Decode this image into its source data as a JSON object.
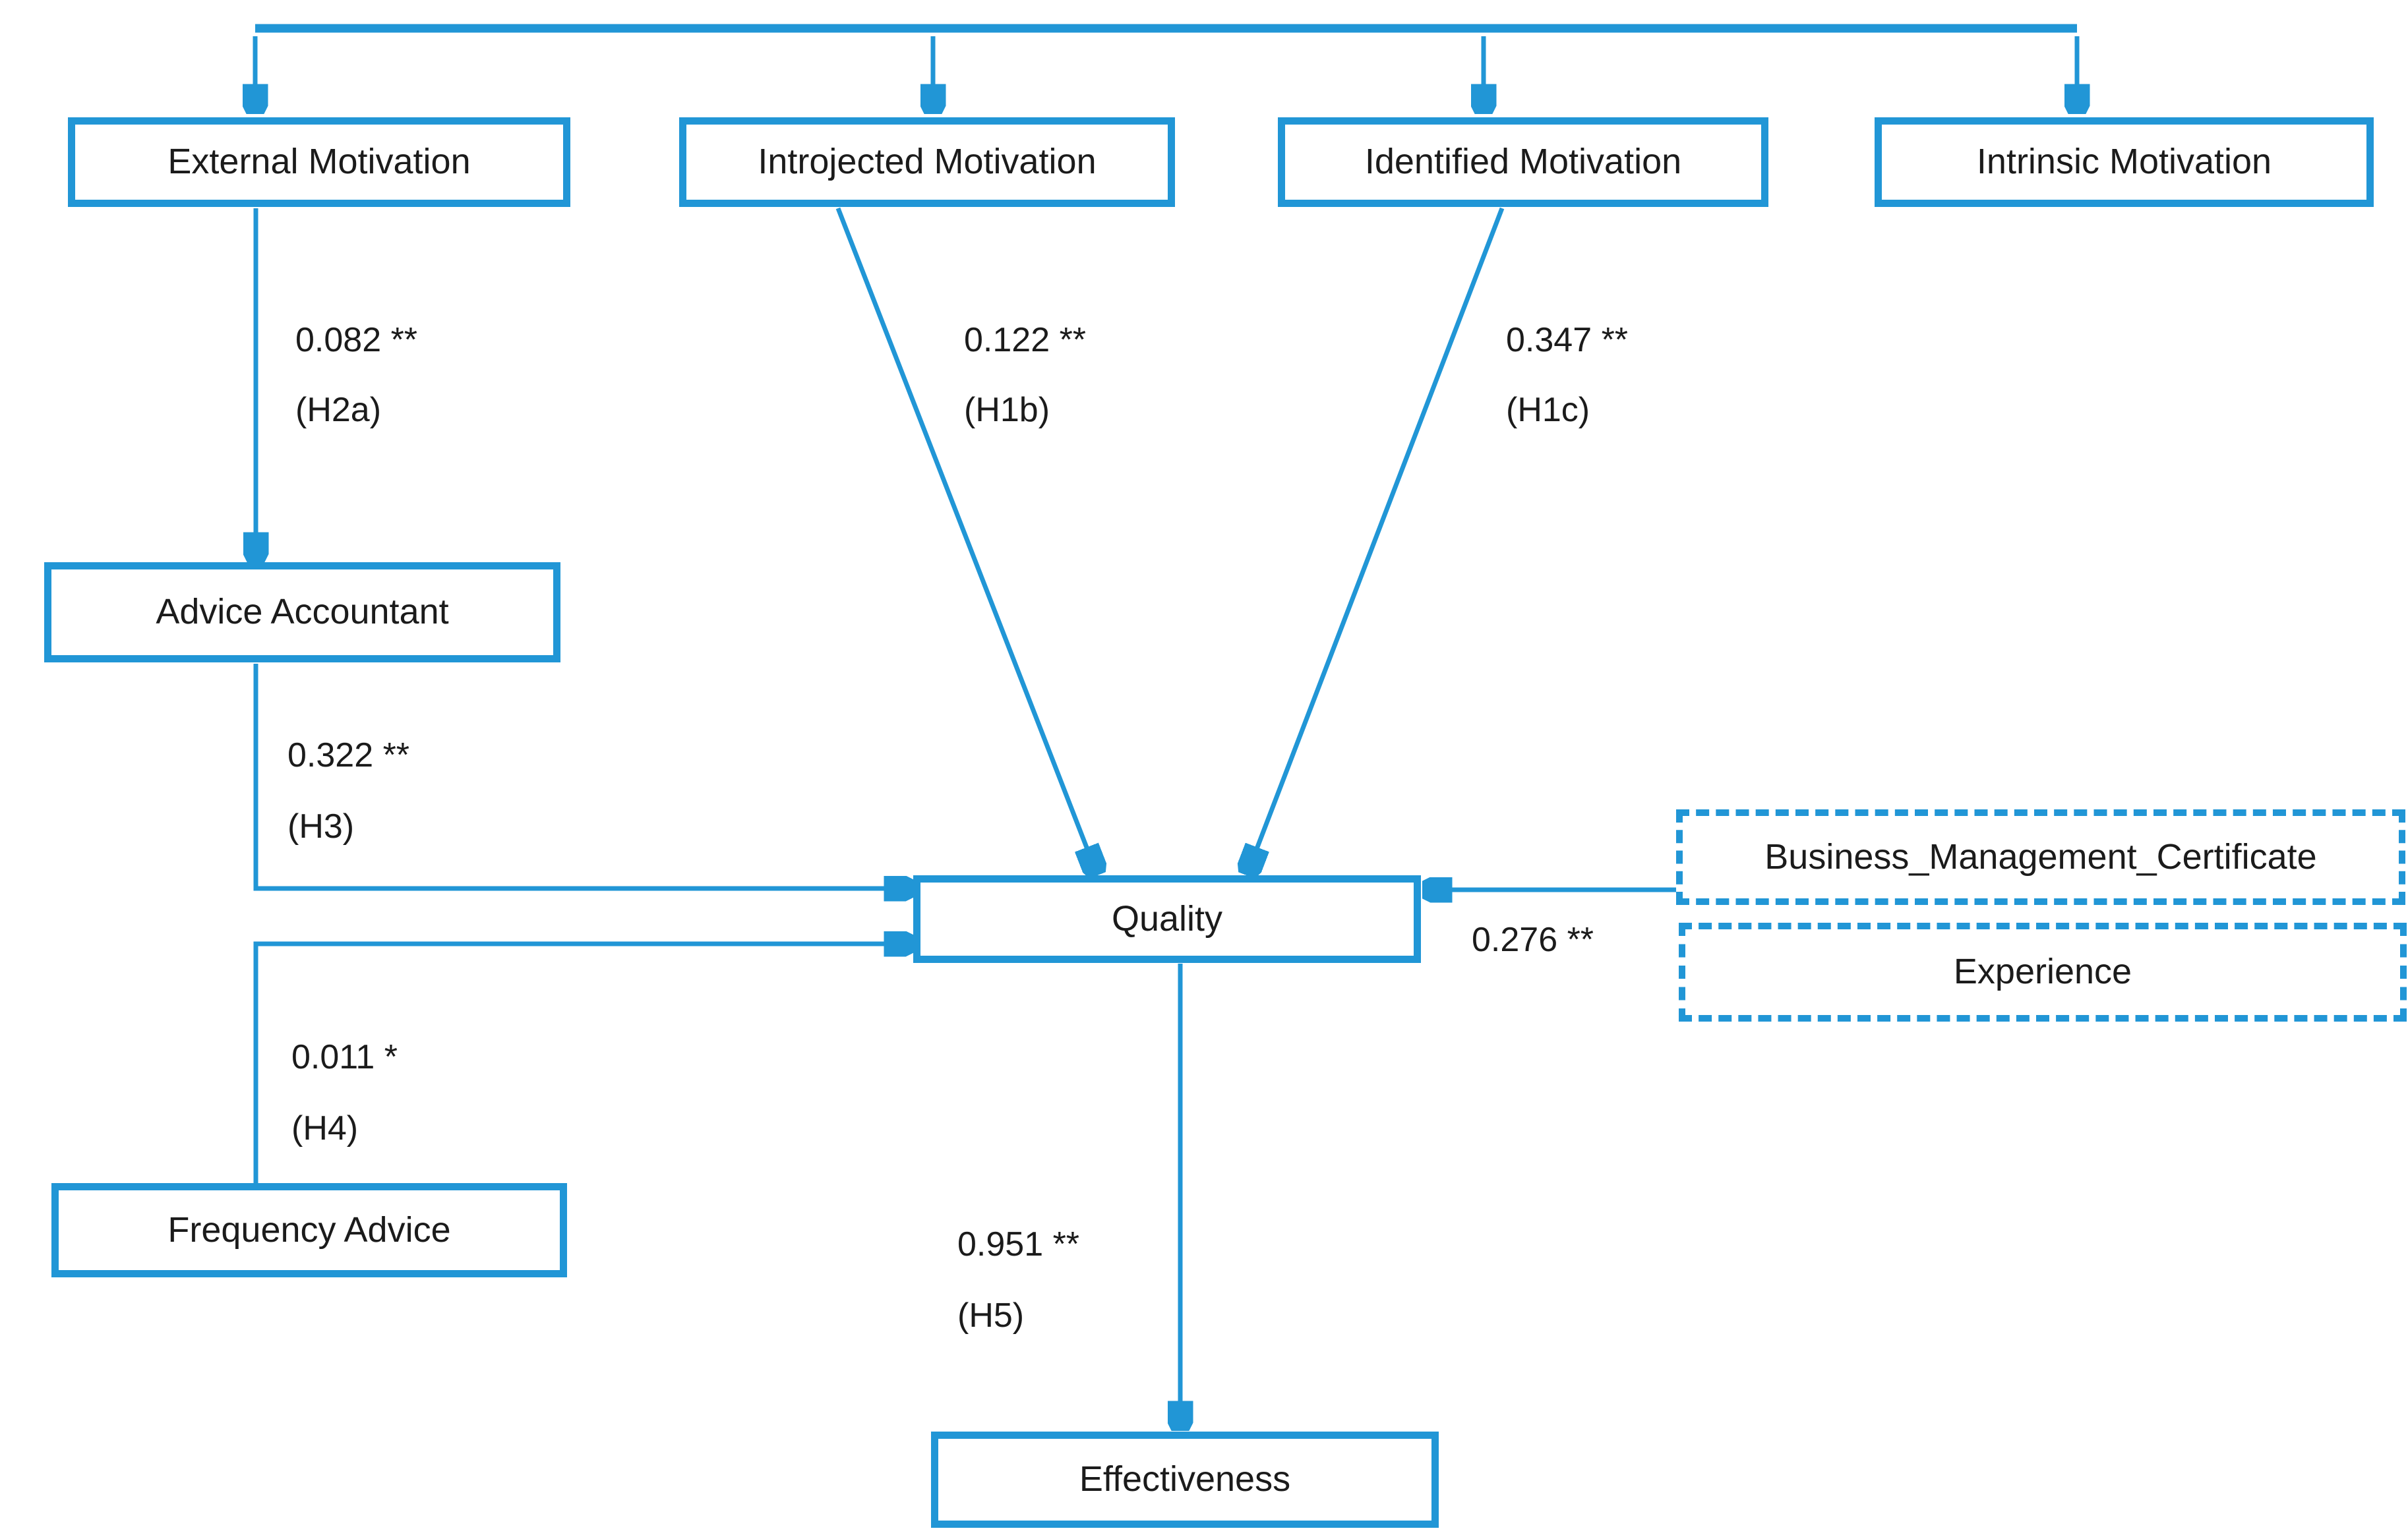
{
  "accent_color": "#2196d6",
  "nodes": {
    "external_motivation": "External Motivation",
    "introjected_motivation": "Introjected Motivation",
    "identified_motivation": "Identified Motivation",
    "intrinsic_motivation": "Intrinsic Motivation",
    "advice_accountant": "Advice Accountant",
    "quality": "Quality",
    "business_management_certificate": "Business_Management_Certificate",
    "experience": "Experience",
    "frequency_advice": "Frequency Advice",
    "effectiveness": "Effectiveness"
  },
  "node_styles": {
    "business_management_certificate": "dashed-border",
    "experience": "dashed-border"
  },
  "top_bracket": {
    "connects": [
      "External Motivation",
      "Introjected Motivation",
      "Identified Motivation",
      "Intrinsic Motivation"
    ]
  },
  "edges": [
    {
      "from": "External Motivation",
      "to": "Advice Accountant",
      "coefficient": "0.082 **",
      "hypothesis": "(H2a)"
    },
    {
      "from": "Introjected Motivation",
      "to": "Quality",
      "coefficient": "0.122 **",
      "hypothesis": "(H1b)"
    },
    {
      "from": "Identified Motivation",
      "to": "Quality",
      "coefficient": "0.347 **",
      "hypothesis": "(H1c)"
    },
    {
      "from": "Advice Accountant",
      "to": "Quality",
      "coefficient": "0.322 **",
      "hypothesis": "(H3)"
    },
    {
      "from": "Frequency Advice",
      "to": "Quality",
      "coefficient": "0.011 *",
      "hypothesis": "(H4)"
    },
    {
      "from": "Quality",
      "to": "Effectiveness",
      "coefficient": "0.951 **",
      "hypothesis": "(H5)"
    },
    {
      "from": "Business_Management_Certificate / Experience",
      "to": "Quality",
      "coefficient": "0.276 **",
      "hypothesis": ""
    }
  ]
}
